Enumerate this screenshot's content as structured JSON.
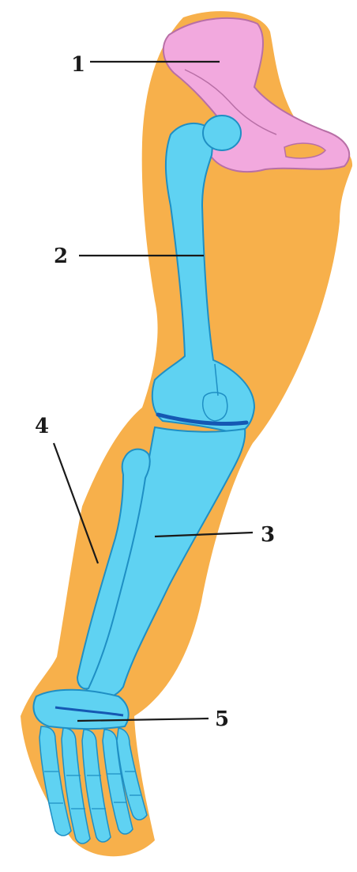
{
  "colors": {
    "skin": "#f7b04b",
    "skin_edge": "#e9a23f",
    "bone": "#5fd2f2",
    "bone_edge": "#1f8fc4",
    "joint_line": "#1558b3",
    "pelvis": "#f2a9de",
    "pelvis_edge": "#b86fa6",
    "label": "#1a1a1a"
  },
  "callouts": [
    {
      "id": "1",
      "label": "1"
    },
    {
      "id": "2",
      "label": "2"
    },
    {
      "id": "3",
      "label": "3"
    },
    {
      "id": "4",
      "label": "4"
    },
    {
      "id": "5",
      "label": "5"
    }
  ]
}
